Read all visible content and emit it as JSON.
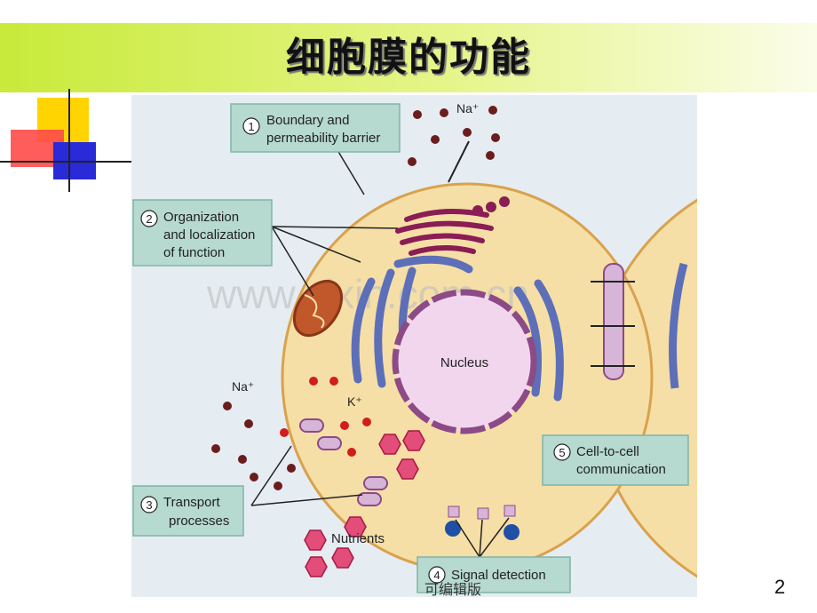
{
  "slide": {
    "title": "细胞膜的功能",
    "page_number": "2",
    "footer_text": "可编辑版"
  },
  "diagram": {
    "labels": {
      "label1_num": "1",
      "label1_line1": "Boundary and",
      "label1_line2": "permeability barrier",
      "label2_num": "2",
      "label2_line1": "Organization",
      "label2_line2": "and localization",
      "label2_line3": "of function",
      "label3_num": "3",
      "label3_line1": "Transport",
      "label3_line2": "processes",
      "label4_num": "4",
      "label4_text": "Signal detection",
      "label5_num": "5",
      "label5_line1": "Cell-to-cell",
      "label5_line2": "communication",
      "nucleus": "Nucleus",
      "nutrients": "Nutrients",
      "na_top": "Na⁺",
      "na_left": "Na⁺",
      "k_ion": "K⁺"
    },
    "watermark": "www.zixin.com.cn",
    "colors": {
      "background": "#e6edf2",
      "cell_fill": "#f6dfa6",
      "cell_edge": "#d8a24e",
      "nucleus_fill": "#f2d6ee",
      "nucleus_edge": "#8c4a86",
      "er": "#5c6fb8",
      "golgi": "#8a1d54",
      "label_box": "#b6d9d0",
      "ion_dark": "#6b1d1d",
      "ion_red": "#d21d1d",
      "nutrient": "#e24d7a",
      "receptor_signal": "#1f4fa6"
    }
  }
}
